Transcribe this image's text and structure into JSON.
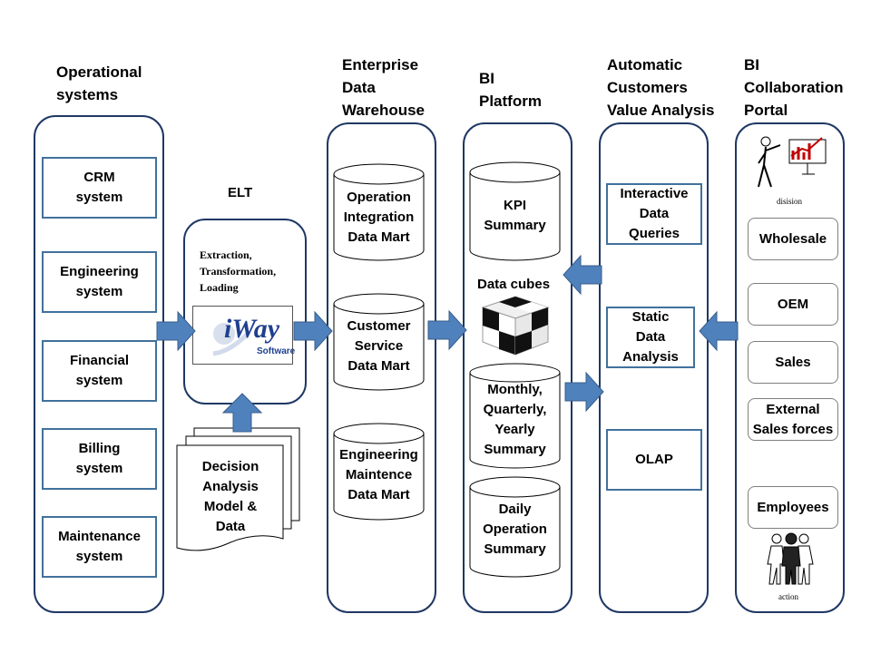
{
  "headers": {
    "operational": "Operational\nsystems",
    "elt": "ELT",
    "edw": "Enterprise\nData\nWarehouse",
    "bi_platform": "BI\nPlatform",
    "acva": "Automatic\nCustomers\nValue Analysis",
    "portal": "BI\nCollaboration\nPortal"
  },
  "operational_systems": [
    "CRM\nsystem",
    "Engineering\nsystem",
    "Financial\nsystem",
    "Billing\nsystem",
    "Maintenance\nsystem"
  ],
  "elt": {
    "steps": "Extraction,\nTransformation,\nLoading",
    "logo_text": "iWay",
    "logo_sub": "Software",
    "decision_doc": "Decision\nAnalysis\nModel &\nData"
  },
  "edw_marts": [
    "Operation\nIntegration\nData Mart",
    "Customer\nService\nData Mart",
    "Engineering\nMaintence\nData Mart"
  ],
  "bi_platform": {
    "kpi": "KPI\nSummary",
    "data_cubes": "Data cubes",
    "periodic": "Monthly,\nQuarterly,\nYearly\nSummary",
    "daily": "Daily\nOperation\nSummary"
  },
  "acva_items": [
    "Interactive\nData\nQueries",
    "Static\nData\nAnalysis",
    "OLAP"
  ],
  "portal": {
    "top_caption": "disision",
    "items": [
      "Wholesale",
      "OEM",
      "Sales",
      "External\nSales forces",
      "Employees"
    ],
    "bottom_caption": "action"
  },
  "colors": {
    "column_border": "#1f3864",
    "box_border": "#41719c",
    "arrow_fill": "#4f81bd",
    "arrow_stroke": "#385d8a"
  }
}
